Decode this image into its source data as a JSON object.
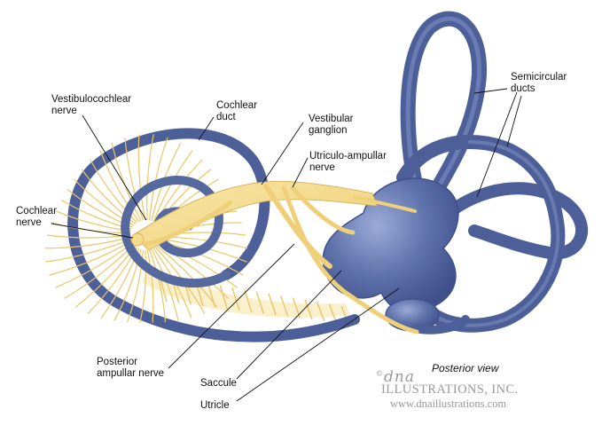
{
  "labels": {
    "vestibulocochlear_nerve": [
      "Vestibulocochlear",
      "nerve"
    ],
    "cochlear_duct": [
      "Cochlear",
      "duct"
    ],
    "vestibular_ganglion": [
      "Vestibular",
      "ganglion"
    ],
    "utriculo_ampullar_nerve": [
      "Utriculo-ampullar",
      "nerve"
    ],
    "semicircular_ducts": [
      "Semicircular",
      "ducts"
    ],
    "cochlear_nerve": [
      "Cochlear",
      "nerve"
    ],
    "posterior_ampullar_nerve": [
      "Posterior",
      "ampullar nerve"
    ],
    "saccule": "Saccule",
    "utricle": "Utricle"
  },
  "view_caption": "Posterior view",
  "watermark": {
    "logo": "dna",
    "mark": "©",
    "company": "ILLUSTRATIONS, INC.",
    "url": "www.dnaillustrations.com"
  },
  "colors": {
    "duct_blue": "#5a6ea8",
    "duct_highlight": "#8a9bd0",
    "nerve_yellow": "#f3d98e",
    "nerve_outline": "#d9b45a"
  }
}
